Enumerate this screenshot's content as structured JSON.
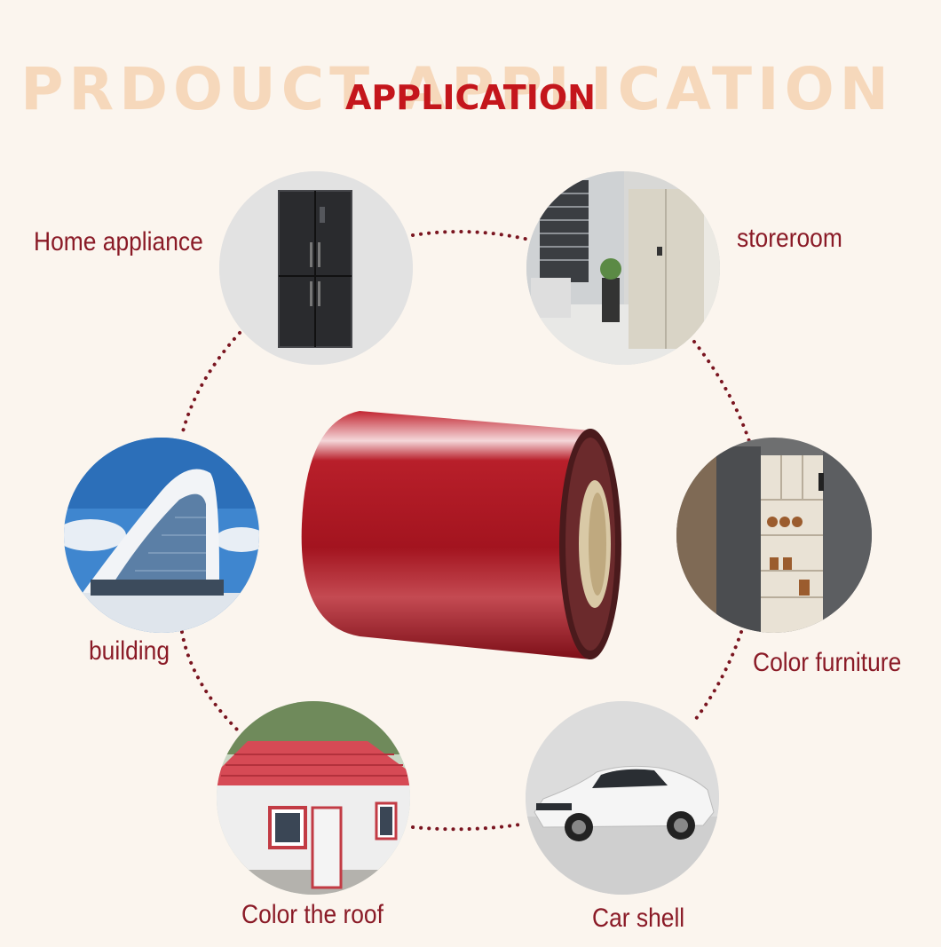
{
  "header": {
    "background_text": "PRDOUCT APPLICATION",
    "title": "APPLICATION"
  },
  "center_product": {
    "icon": "steel-coil-icon",
    "color": "#a3141f"
  },
  "applications": [
    {
      "label": "Home appliance",
      "icon": "refrigerator-icon"
    },
    {
      "label": "storeroom",
      "icon": "cabinet-icon"
    },
    {
      "label": "building",
      "icon": "building-icon"
    },
    {
      "label": "Color furniture",
      "icon": "furniture-icon"
    },
    {
      "label": "Color the roof",
      "icon": "roof-house-icon"
    },
    {
      "label": "Car shell",
      "icon": "car-icon"
    }
  ],
  "colors": {
    "background": "#fbf5ee",
    "title": "#c4161c",
    "label": "#8a1a26",
    "dots": "#7a1520"
  }
}
